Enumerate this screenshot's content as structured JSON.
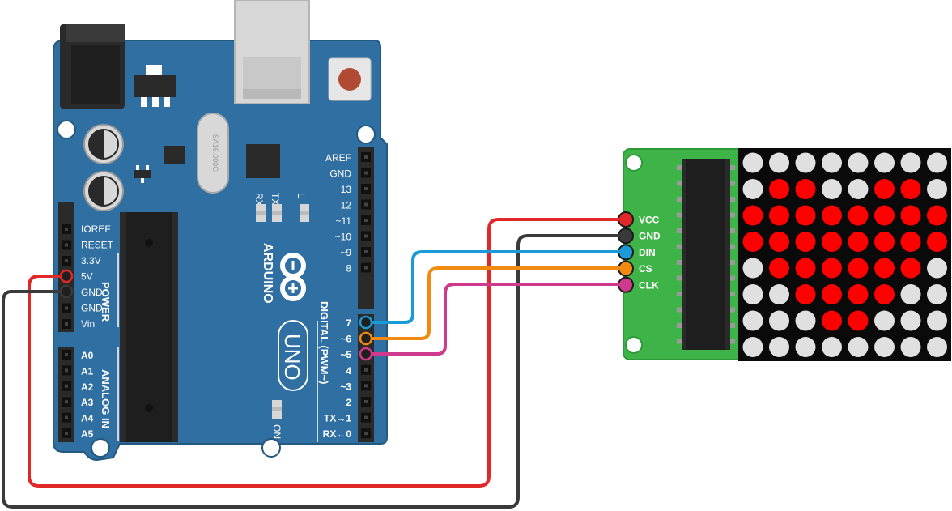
{
  "board": {
    "brand": "ARDUINO",
    "model": "UNO",
    "crystal": "SA16.000G",
    "led_labels": {
      "rx": "RX",
      "tx": "TX",
      "l": "L",
      "on": "ON"
    },
    "power_header": {
      "title": "POWER",
      "pins": [
        "IOREF",
        "RESET",
        "3.3V",
        "5V",
        "GND",
        "GND",
        "Vin"
      ]
    },
    "analog_header": {
      "title": "ANALOG IN",
      "pins": [
        "A0",
        "A1",
        "A2",
        "A3",
        "A4",
        "A5"
      ]
    },
    "digital_header": {
      "title": "DIGITAL (PWM~)",
      "pins_top": [
        "AREF",
        "GND",
        "13",
        "12",
        "~11",
        "~10",
        "~9",
        "8"
      ],
      "pins_bottom": [
        "7",
        "~6",
        "~5",
        "4",
        "~3",
        "2",
        "TX→1",
        "RX←0"
      ]
    }
  },
  "module": {
    "pins": [
      {
        "label": "VCC",
        "color": "#e02828"
      },
      {
        "label": "GND",
        "color": "#3a3a3a"
      },
      {
        "label": "DIN",
        "color": "#1a9ad6"
      },
      {
        "label": "CS",
        "color": "#f08a10"
      },
      {
        "label": "CLK",
        "color": "#d03a8c"
      }
    ],
    "matrix_rows": [
      "00000000",
      "01100110",
      "11111111",
      "11111111",
      "01111110",
      "00111100",
      "00011000",
      "00000000"
    ],
    "led_on_color": "#ff0000",
    "led_off_color": "#e0e0e0"
  },
  "wires": [
    {
      "from": "5V",
      "to": "VCC",
      "color": "#e02828"
    },
    {
      "from": "GND",
      "to": "GND",
      "color": "#3a3a3a"
    },
    {
      "from": "7",
      "to": "DIN",
      "color": "#1a9ad6"
    },
    {
      "from": "~6",
      "to": "CS",
      "color": "#f08a10"
    },
    {
      "from": "~5",
      "to": "CLK",
      "color": "#d03a8c"
    }
  ]
}
